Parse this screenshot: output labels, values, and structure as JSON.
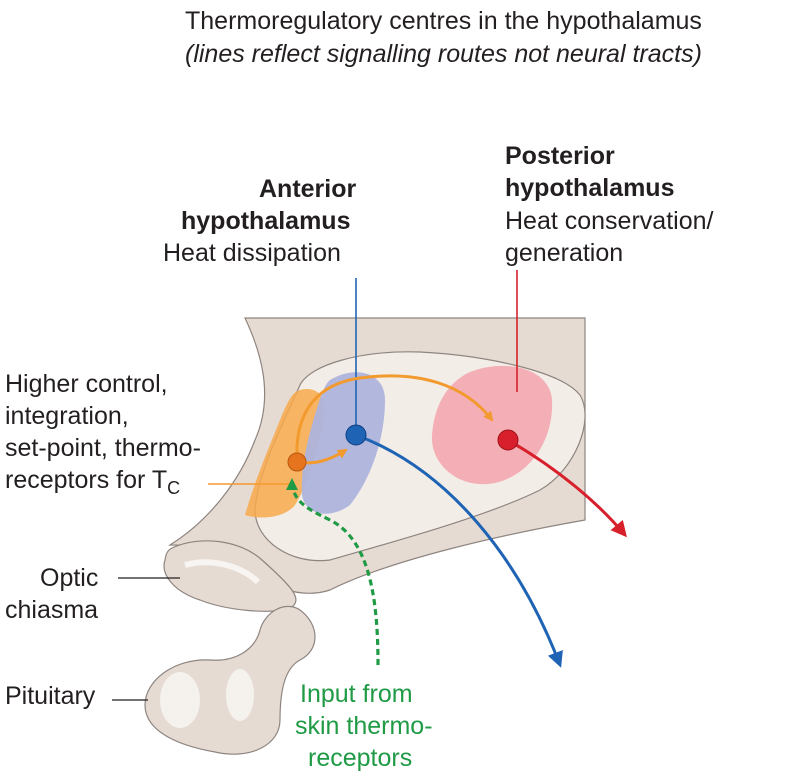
{
  "title": "Thermoregulatory centres in the hypothalamus",
  "subtitle": "(lines reflect signalling routes not neural tracts)",
  "anterior": {
    "name_line1": "Anterior",
    "name_line2": "hypothalamus",
    "role": "Heat dissipation"
  },
  "posterior": {
    "name_line1": "Posterior",
    "name_line2": "hypothalamus",
    "role_line1": "Heat conservation/",
    "role_line2": "generation"
  },
  "higher_control": {
    "line1": "Higher control,",
    "line2": "integration,",
    "line3": "set-point, thermo-",
    "line4": "receptors for T",
    "subscript": "C"
  },
  "optic": {
    "line1": "Optic",
    "line2": "chiasma"
  },
  "pituitary": "Pituitary",
  "skin_input": {
    "line1": "Input from",
    "line2": "skin thermo-",
    "line3": "receptors"
  },
  "colors": {
    "tissue": "#e6dbd3",
    "tissue_light": "#f3ede8",
    "orange": "#f39a2e",
    "blue": "#1f64b4",
    "red": "#d7202b",
    "green": "#1f9a45",
    "blue_region": "#aeb4dd",
    "red_region": "#f2acb2"
  }
}
